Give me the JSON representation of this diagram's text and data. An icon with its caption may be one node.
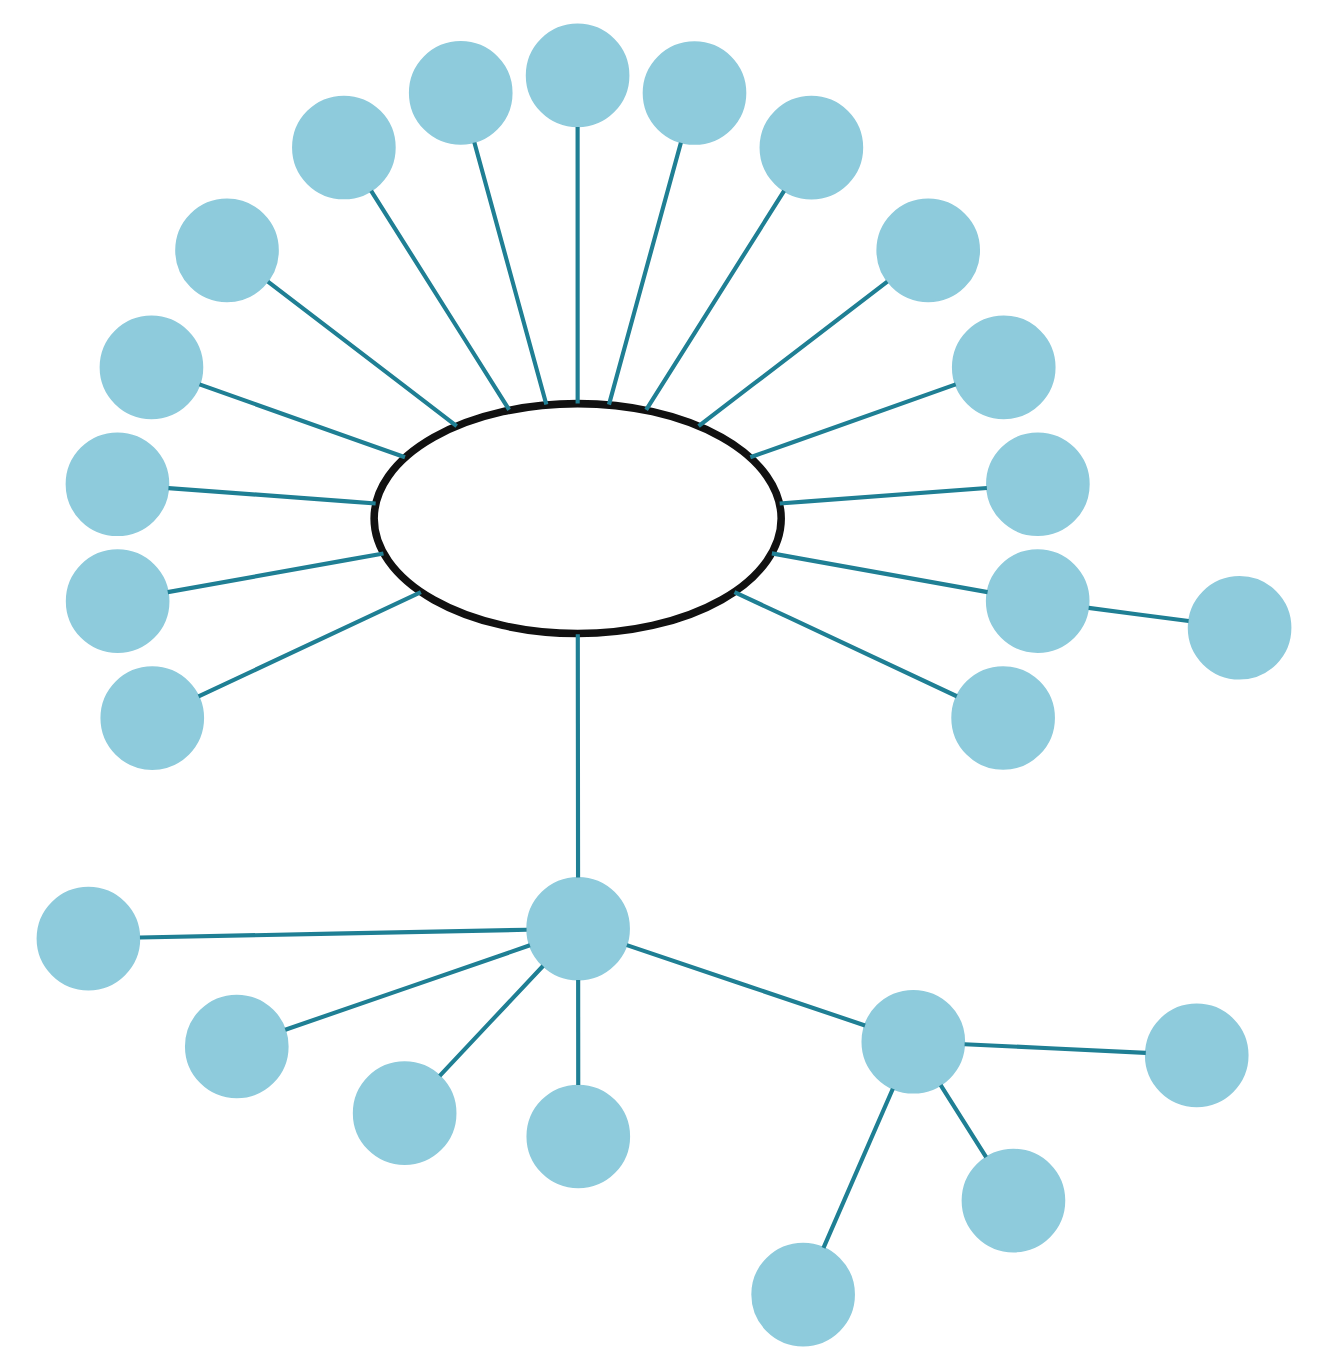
{
  "diagram": {
    "nodes": [
      {
        "text": [],
        "shape": "cloud"
      },
      {
        "text": [],
        "shape": "circle"
      },
      {
        "text": [],
        "shape": "circle"
      },
      {
        "text": [],
        "shape": "circle"
      },
      {
        "text": [],
        "shape": "circle"
      },
      {
        "text": [],
        "shape": "circle"
      },
      {
        "text": [],
        "shape": "circle"
      },
      {
        "text": [],
        "shape": "circle"
      },
      {
        "text": [],
        "shape": "circle"
      },
      {
        "text": [],
        "shape": "circle"
      },
      {
        "text": [],
        "shape": "circle"
      },
      {
        "text": [],
        "shape": "circle"
      },
      {
        "text": [],
        "shape": "circle"
      },
      {
        "text": [],
        "shape": "circle"
      },
      {
        "text": [],
        "shape": "circle"
      },
      {
        "text": [],
        "shape": "circle"
      },
      {
        "text": [],
        "shape": "circle"
      },
      {
        "text": [],
        "shape": "circle"
      },
      {
        "text": [],
        "shape": "circle"
      },
      {
        "text": [],
        "shape": "circle"
      },
      {
        "text": [],
        "shape": "circle"
      },
      {
        "text": [],
        "shape": "circle"
      },
      {
        "text": [],
        "shape": "circle"
      },
      {
        "text": [],
        "shape": "circle"
      },
      {
        "text": [],
        "shape": "circle"
      },
      {
        "text": [],
        "shape": "circle"
      }
    ],
    "edges": [
      {
        "from": 1,
        "to": 0,
        "arrow": "none"
      },
      {
        "from": 2,
        "to": 0,
        "arrow": "none"
      },
      {
        "from": 3,
        "to": 0,
        "arrow": "none"
      },
      {
        "from": 4,
        "to": 0,
        "arrow": "none"
      },
      {
        "from": 5,
        "to": 0,
        "arrow": "none"
      },
      {
        "from": 6,
        "to": 0,
        "arrow": "none"
      },
      {
        "from": 7,
        "to": 0,
        "arrow": "none"
      },
      {
        "from": 8,
        "to": 0,
        "arrow": "none"
      },
      {
        "from": 9,
        "to": 0,
        "arrow": "none"
      },
      {
        "from": 10,
        "to": 0,
        "arrow": "none"
      },
      {
        "from": 16,
        "to": 0,
        "arrow": "none"
      },
      {
        "from": 17,
        "to": 16,
        "arrow": "none"
      },
      {
        "from": 11,
        "to": 0,
        "arrow": "none"
      },
      {
        "from": 12,
        "to": 0,
        "arrow": "none"
      },
      {
        "from": 15,
        "to": 0,
        "arrow": "none"
      },
      {
        "from": 13,
        "to": 0,
        "arrow": "none"
      },
      {
        "from": 14,
        "to": 0,
        "arrow": "none"
      },
      {
        "from": 14,
        "to": 18,
        "arrow": "none"
      },
      {
        "from": 14,
        "to": 19,
        "arrow": "none"
      },
      {
        "from": 14,
        "to": 20,
        "arrow": "none"
      },
      {
        "from": 14,
        "to": 21,
        "arrow": "none"
      },
      {
        "from": 14,
        "to": 22,
        "arrow": "none"
      },
      {
        "from": 22,
        "to": 23,
        "arrow": "none"
      },
      {
        "from": 22,
        "to": 24,
        "arrow": "none"
      },
      {
        "from": 22,
        "to": 25,
        "arrow": "none"
      }
    ]
  }
}
